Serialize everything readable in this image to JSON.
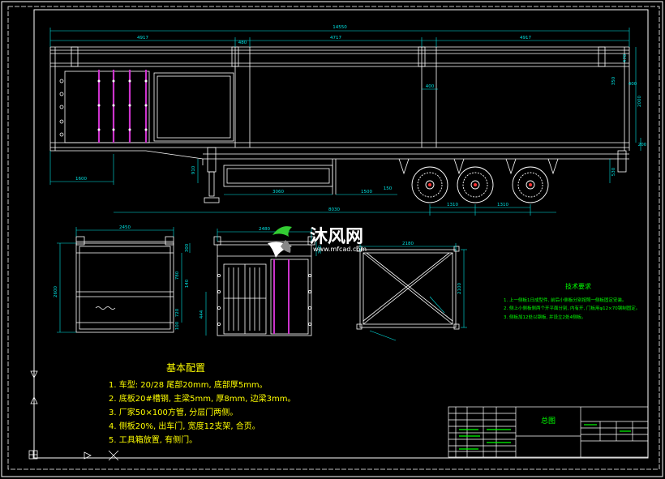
{
  "colors": {
    "background": "#000000",
    "frame": "#ffffff",
    "dimension": "#00e5e5",
    "notes": "#ffff00",
    "tech_text": "#00ff00",
    "struts": "#cc33cc",
    "watermark_green": "#33cc33"
  },
  "dimensions": {
    "overall_length": "14550",
    "seg_left": "4917",
    "seg_small": "480",
    "seg_mid": "4717",
    "seg_right": "4917",
    "right_470": "470",
    "right_350": "350",
    "right_400": "400",
    "right_2000": "2000",
    "right_200": "200",
    "right_530": "530",
    "post_400": "400",
    "kingpin_1600": "1600",
    "leg_910": "910",
    "box_3060": "3060",
    "gap_1500": "1500",
    "gap_150": "150",
    "wheelbase_8030": "8030",
    "axle_1310_a": "1310",
    "axle_1310_b": "1310",
    "front_2450": "2450",
    "front_2600": "2600",
    "front_780": "780",
    "front_720": "720",
    "front_140": "140",
    "front_100": "100",
    "front_300": "300",
    "rear_2480": "2480",
    "rear_300": "300",
    "rear_444": "444",
    "top_2180": "2180",
    "top_2100": "2100"
  },
  "basic_config": {
    "title": "基本配置",
    "items": [
      "1. 车型: 20/28 尾部20mm, 底部厚5mm。",
      "2. 底板20#槽钢, 主梁5mm, 厚8mm, 边梁3mm。",
      "3. 厂家50×100方管, 分层门两侧。",
      "4. 侧板20%, 出车门, 宽度12支架, 合页。",
      "5. 工具箱放置, 有侧门。"
    ]
  },
  "tech_requirements": {
    "title": "技术要求",
    "items": [
      "1. 上一侧板1日成型件, 前后小侧板分别按照一侧板固定安装。",
      "2. 侧上小侧板侧两个开平面分别, 内有开, 门板用φ12×70钢制固定。",
      "3. 侧板加12处以钢板, 并设立2处4侧板。"
    ]
  },
  "watermark": {
    "text": "沐风网",
    "url": "www.mfcad.com"
  },
  "title_block": {
    "drawing_name": "总图"
  }
}
